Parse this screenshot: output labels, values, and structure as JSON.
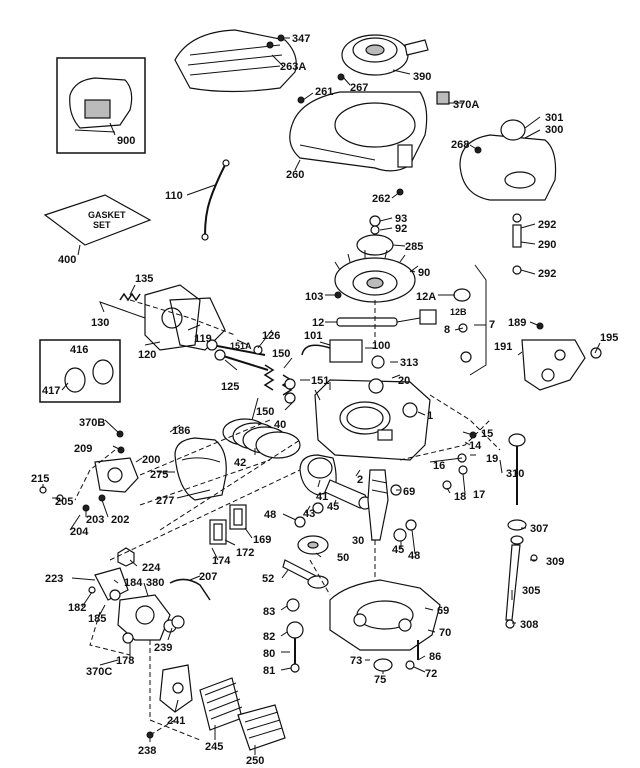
{
  "labels": {
    "l347": "347",
    "l263A": "263A",
    "l267": "267",
    "l390": "390",
    "l261": "261",
    "l370A": "370A",
    "l301": "301",
    "l300": "300",
    "l268": "268",
    "l260": "260",
    "l262": "262",
    "l900": "900",
    "l110": "110",
    "l93": "93",
    "l92": "92",
    "l285": "285",
    "l292a": "292",
    "l290": "290",
    "l292b": "292",
    "l400": "400",
    "l90": "90",
    "l135": "135",
    "l103": "103",
    "l12A": "12A",
    "l130": "130",
    "l12": "12",
    "l12B": "12B",
    "l7": "7",
    "l189": "189",
    "l195": "195",
    "l126": "126",
    "l151A": "151A",
    "l101": "101",
    "l8": "8",
    "l120": "120",
    "l416": "416",
    "l119": "119",
    "l150a": "150",
    "l100": "100",
    "l191": "191",
    "l313": "313",
    "l417": "417",
    "l125": "125",
    "l151": "151",
    "l20": "20",
    "l150b": "150",
    "l40": "40",
    "l1": "1",
    "l370B": "370B",
    "l186": "186",
    "l15": "15",
    "l14": "14",
    "l209": "209",
    "l200": "200",
    "l42": "42",
    "l19": "19",
    "l16": "16",
    "l310": "310",
    "l275": "275",
    "l215": "215",
    "l205": "205",
    "l2": "2",
    "l69": "69",
    "l41": "41",
    "l18": "18",
    "l17": "17",
    "l277": "277",
    "l203": "203",
    "l202": "202",
    "l204": "204",
    "l43": "43",
    "l45a": "45",
    "l48a": "48",
    "l307": "307",
    "l172": "172",
    "l169": "169",
    "l30": "30",
    "l45b": "45",
    "l48b": "48",
    "l174": "174",
    "l50": "50",
    "l224": "224",
    "l309": "309",
    "l207": "207",
    "l223": "223",
    "l52": "52",
    "l184": "184",
    "l380": "380",
    "l182": "182",
    "l305": "305",
    "l185": "185",
    "l83": "83",
    "l69b": "69",
    "l308": "308",
    "l82": "82",
    "l70": "70",
    "l239": "239",
    "l178": "178",
    "l80": "80",
    "l86": "86",
    "l370C": "370C",
    "l73": "73",
    "l81": "81",
    "l75": "75",
    "l72": "72",
    "l241": "241",
    "l245": "245",
    "l250": "250",
    "l238": "238"
  },
  "decal_text": {
    "line1": "GASKET",
    "line2": "SET"
  }
}
